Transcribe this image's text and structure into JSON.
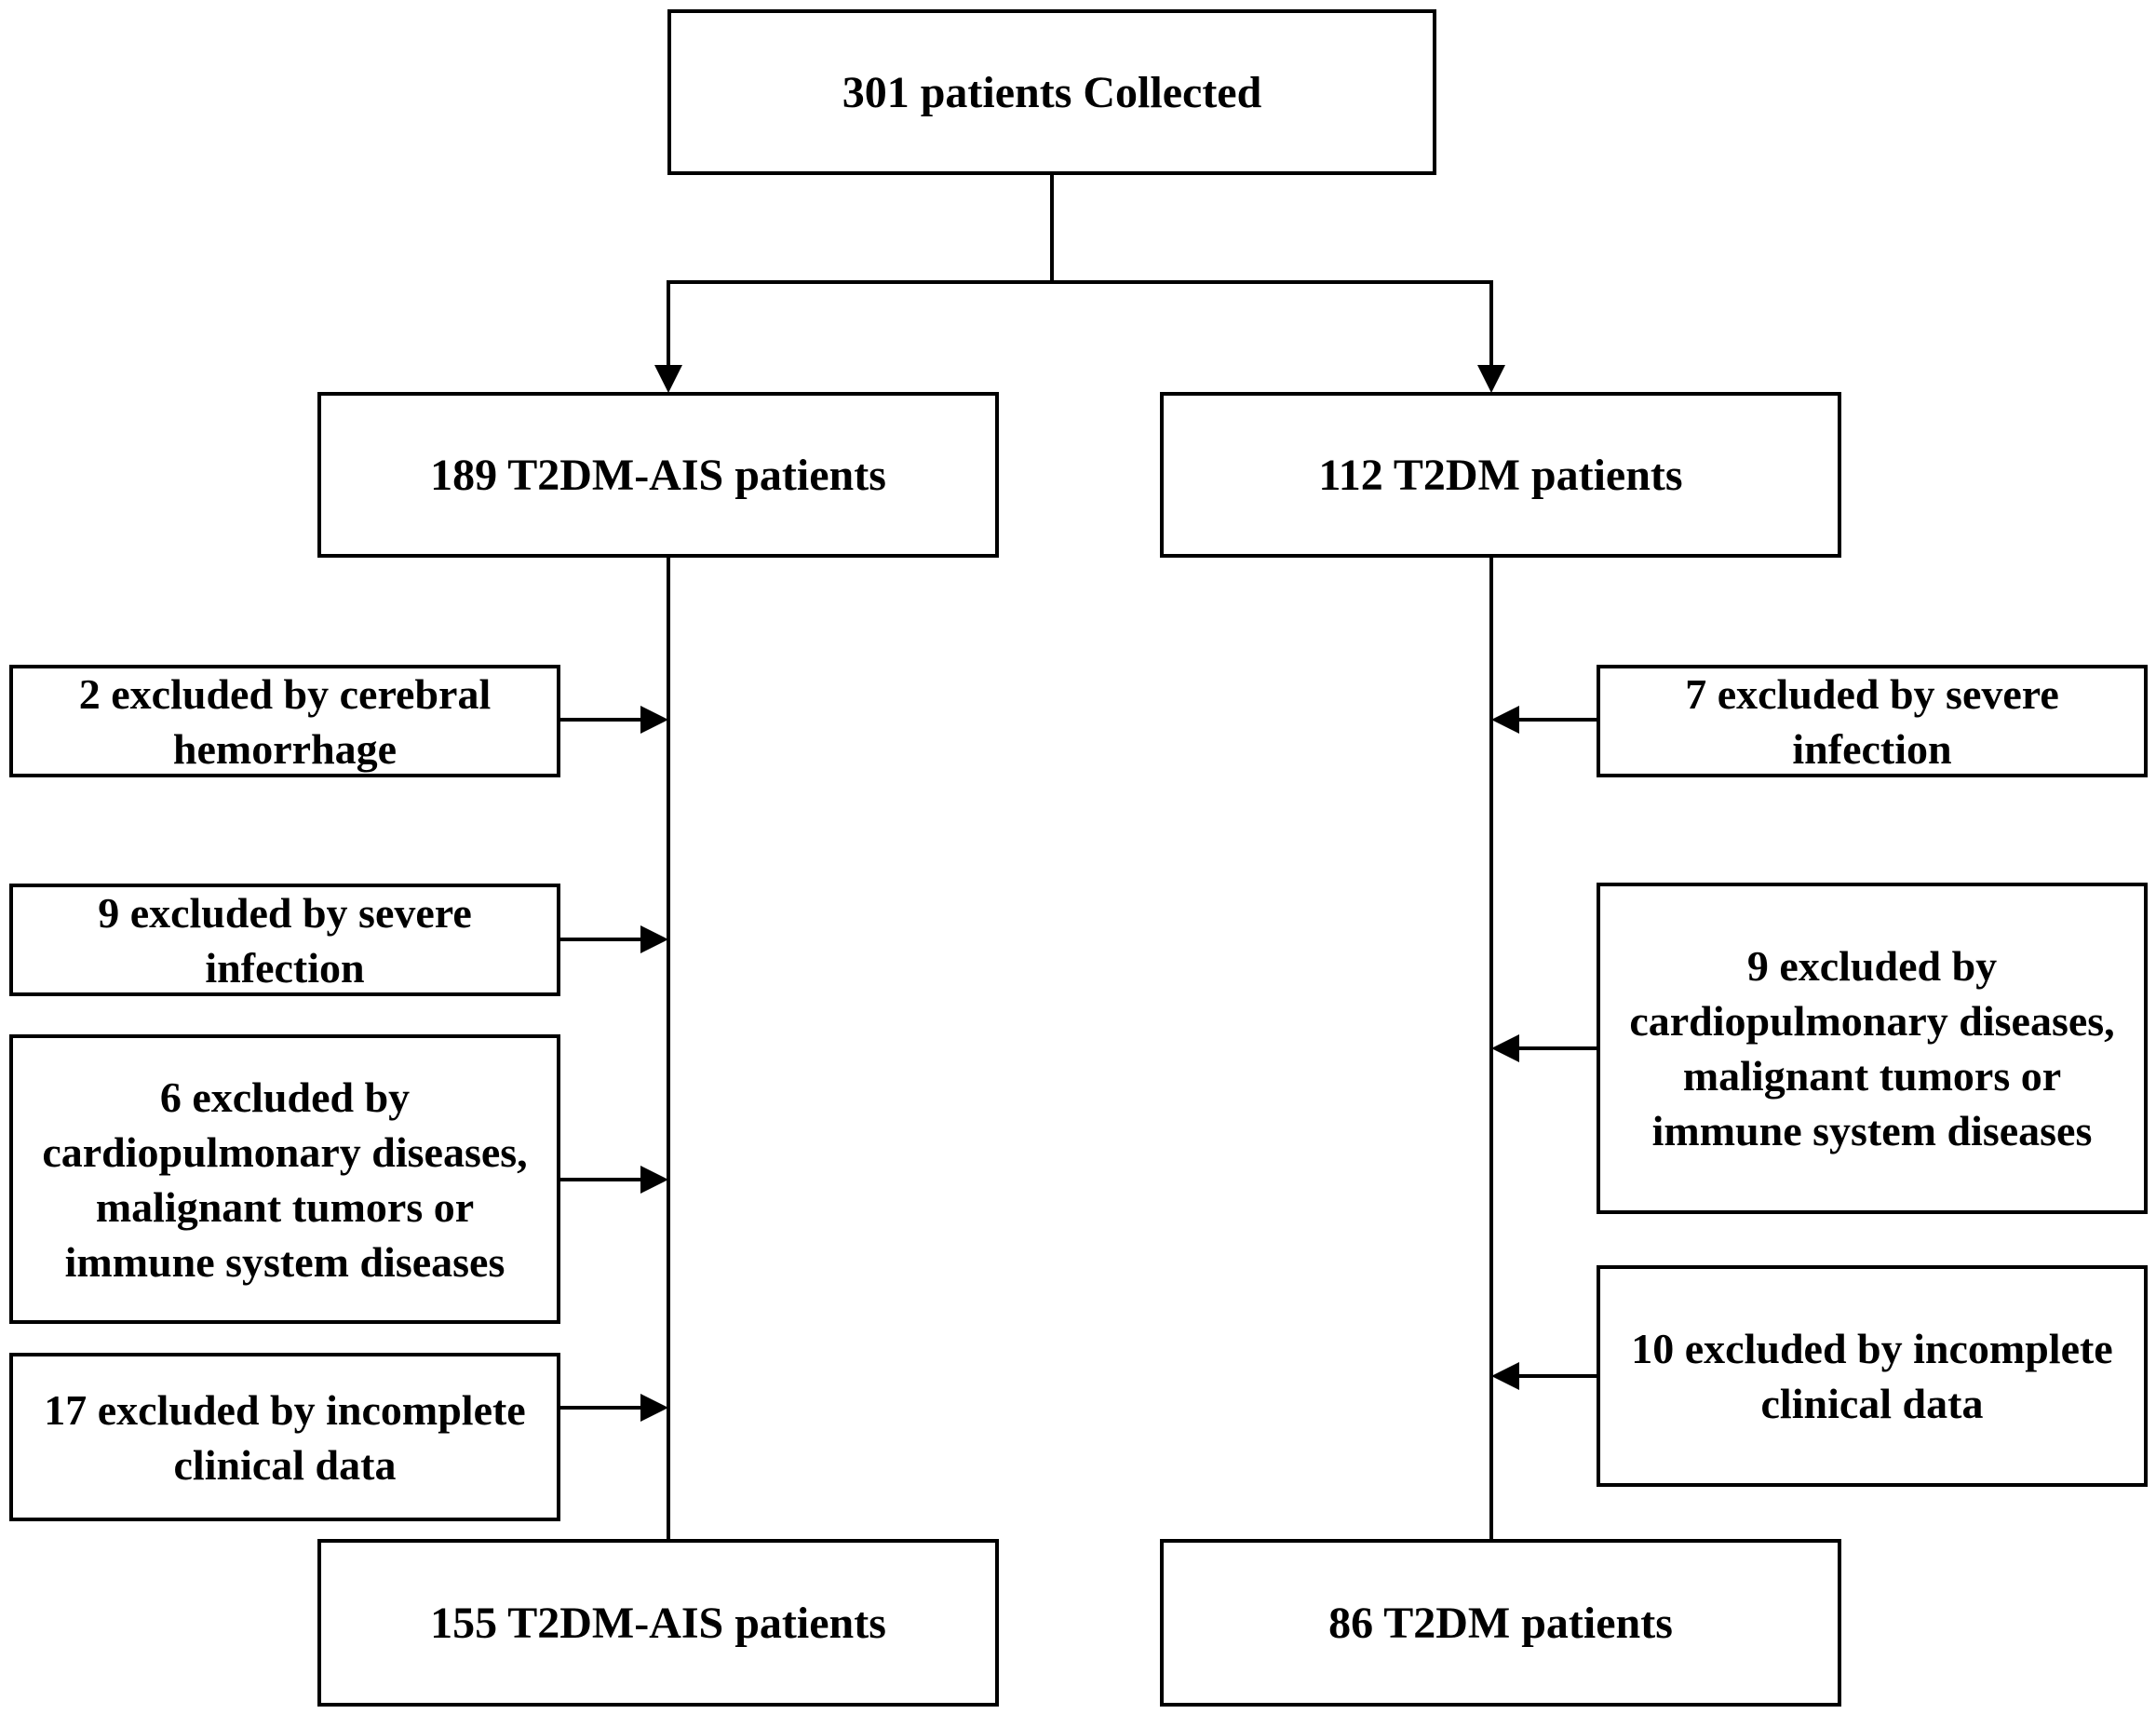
{
  "top": {
    "label": "301 patients Collected"
  },
  "left": {
    "start": "189 T2DM-AIS patients",
    "exclusions": [
      "2 excluded by cerebral hemorrhage",
      "9 excluded by severe infection",
      "6 excluded by cardiopulmonary diseases, malignant tumors or immune system diseases",
      "17 excluded by incomplete clinical data"
    ],
    "end": "155 T2DM-AIS patients"
  },
  "right": {
    "start": "112 T2DM patients",
    "exclusions": [
      "7 excluded by severe infection",
      "9 excluded by cardiopulmonary diseases, malignant tumors or immune system diseases",
      "10 excluded by incomplete clinical data"
    ],
    "end": "86 T2DM patients"
  },
  "colors": {
    "stroke": "#000000",
    "fill": "#ffffff",
    "text": "#000000"
  }
}
